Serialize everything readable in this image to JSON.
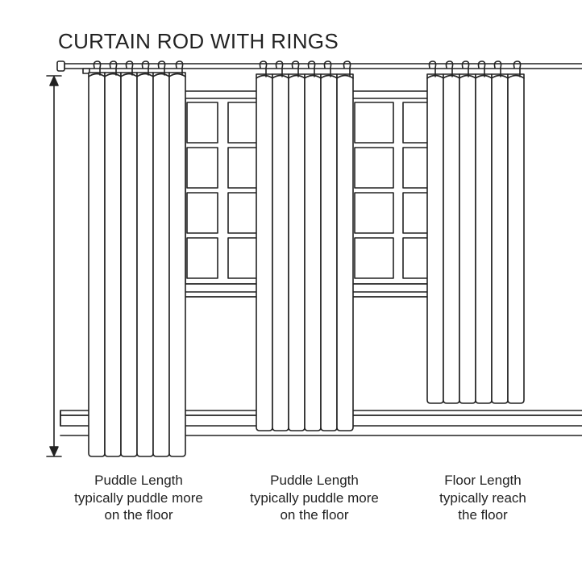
{
  "title": "CURTAIN ROD WITH RINGS",
  "panels": [
    {
      "id": "puddle-left",
      "lines": [
        "Puddle Length",
        "typically puddle more",
        "on the floor"
      ]
    },
    {
      "id": "puddle-middle",
      "lines": [
        "Puddle Length",
        "typically puddle more",
        "on the floor"
      ]
    },
    {
      "id": "floor-right",
      "lines": [
        "Floor Length",
        "typically reach",
        "the floor"
      ]
    }
  ],
  "colors": {
    "line": "#222222",
    "background": "#ffffff"
  }
}
